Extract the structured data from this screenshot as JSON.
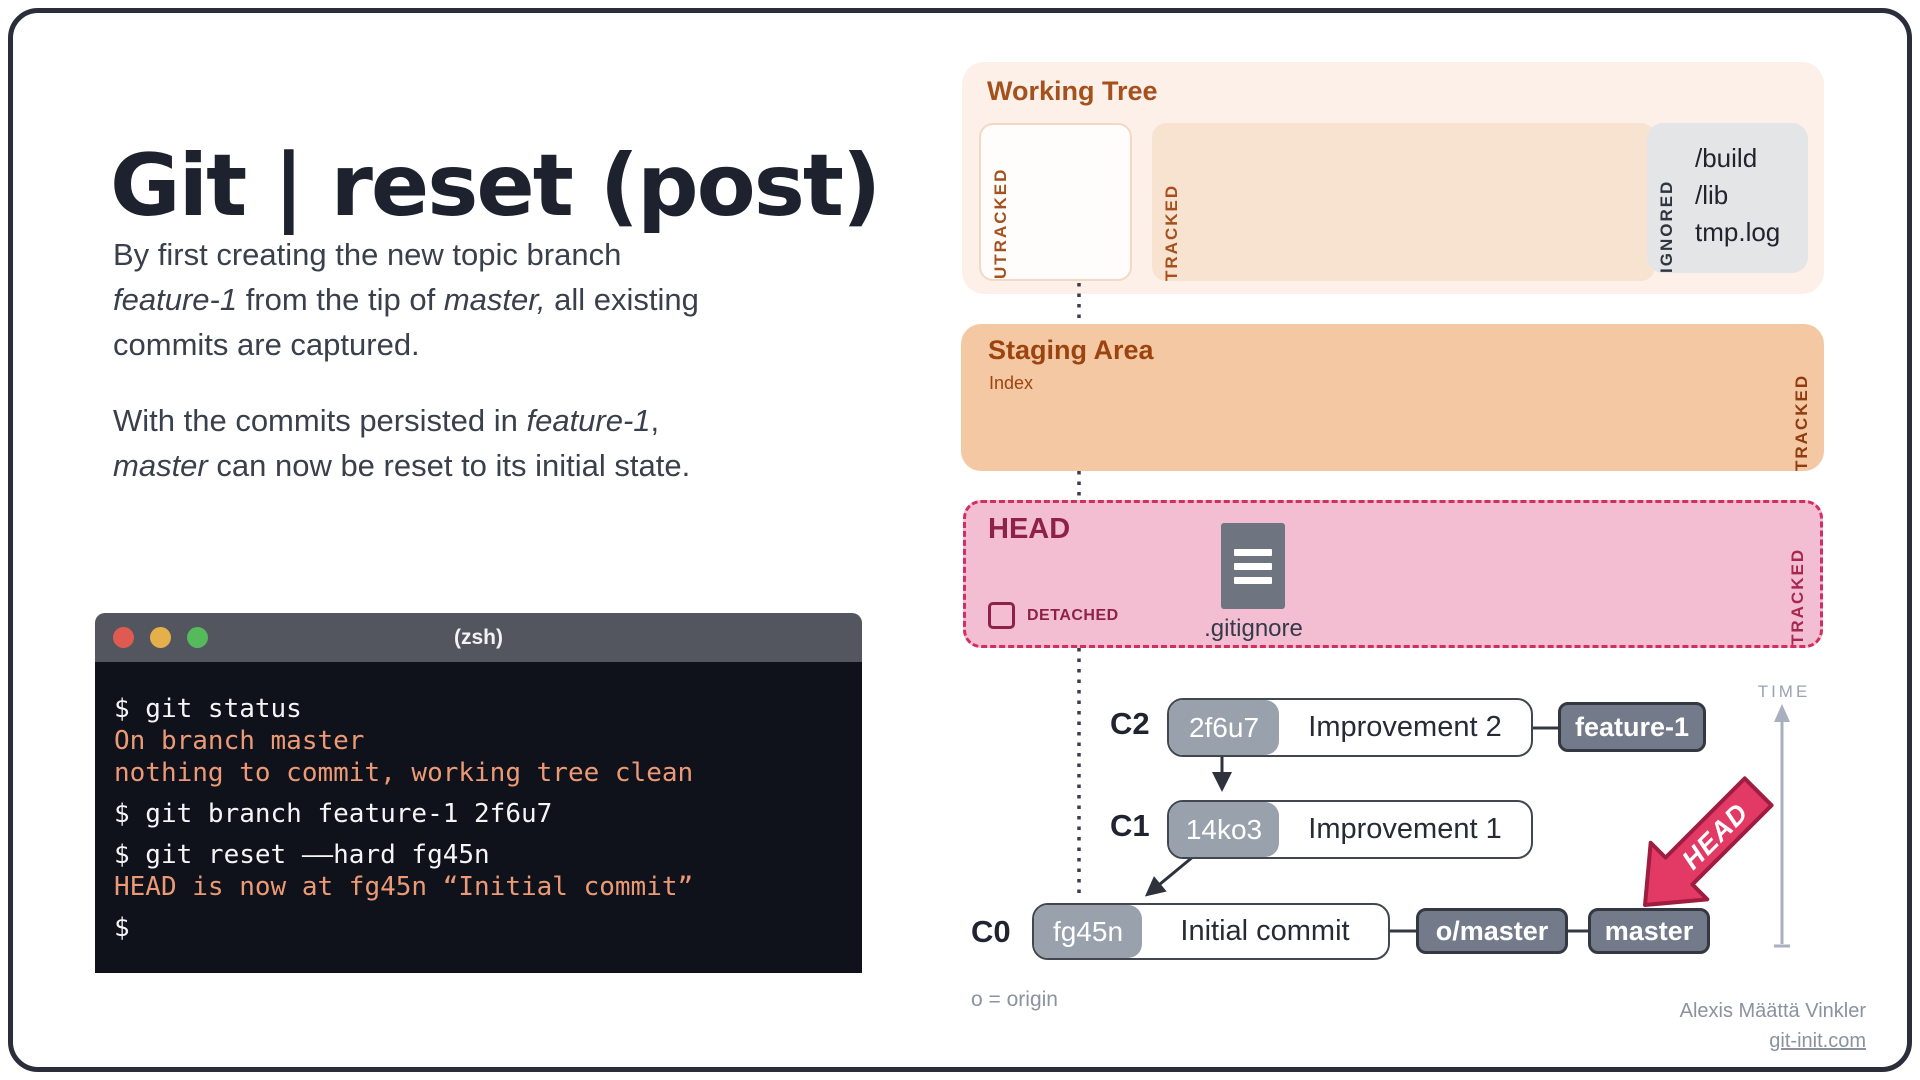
{
  "title": "Git | reset (post)",
  "intro": {
    "l1": "By first creating the new topic branch",
    "l2a": "feature-1",
    "l2b": " from the tip of ",
    "l2c": "master,",
    "l2d": " all existing",
    "l3": "commits are captured.",
    "l4a": "With the commits persisted in ",
    "l4b": "feature-1",
    "l4c": ",",
    "l5a": "master",
    "l5b": " can now be reset to its initial state."
  },
  "terminal": {
    "title": "(zsh)",
    "lines": [
      {
        "text": "$ git status",
        "color": "white"
      },
      {
        "text": "On branch master",
        "color": "salmon"
      },
      {
        "text": "nothing to commit, working tree clean",
        "color": "salmon"
      },
      {
        "text": "$ git branch feature-1 2f6u7",
        "color": "white"
      },
      {
        "text": "$ git reset ––hard fg45n",
        "color": "white"
      },
      {
        "text": "HEAD is now at fg45n “Initial commit”",
        "color": "salmon"
      },
      {
        "text": "$",
        "color": "white"
      }
    ]
  },
  "working_tree": {
    "title": "Working Tree",
    "untracked_label": "UTRACKED",
    "tracked_label": "TRACKED",
    "ignored_label": "IGNORED",
    "ignored_files": [
      "/build",
      "/lib",
      "tmp.log"
    ]
  },
  "staging": {
    "title": "Staging Area",
    "subtitle": "Index",
    "tracked_label": "TRACKED"
  },
  "head_panel": {
    "title": "HEAD",
    "detached_label": "DETACHED",
    "file_label": ".gitignore",
    "tracked_label": "TRACKED"
  },
  "graph": {
    "time_label": "TIME",
    "head_arrow_label": "HEAD",
    "legend": "o = origin",
    "commits": [
      {
        "label": "C2",
        "hash": "2f6u7",
        "message": "Improvement 2"
      },
      {
        "label": "C1",
        "hash": "14ko3",
        "message": "Improvement 1"
      },
      {
        "label": "C0",
        "hash": "fg45n",
        "message": "Initial commit"
      }
    ],
    "branch_badge": "feature-1",
    "remote_badge": "o/master",
    "master_badge": "master"
  },
  "attribution": {
    "name": "Alexis Määttä Vinkler",
    "site": "git-init.com"
  },
  "colors": {
    "frame_border": "#2b2e3a",
    "title_text": "#1e222e",
    "body_text": "#3a3f4c",
    "working_tree_bg": "#fcf0e9",
    "working_tree_heading": "#a4511d",
    "tracked_box_bg": "#f8e3d1",
    "ignored_box_bg": "#e4e5e7",
    "staging_bg": "#f5c8a4",
    "staging_heading": "#9c440f",
    "head_bg": "#f3bed2",
    "head_border": "#d02f5f",
    "head_heading": "#8f2148",
    "terminal_bg": "#0f111b",
    "terminal_titlebar": "#53565e",
    "terminal_white": "#f4f5f6",
    "terminal_salmon": "#eb9a75",
    "traffic_red": "#df5b51",
    "traffic_yellow": "#e5b04b",
    "traffic_green": "#56b95c",
    "hash_segment_bg": "#99a1ad",
    "badge_bg": "#737a89",
    "badge_border": "#343842",
    "head_arrow_fill": "#e23a64",
    "head_arrow_stroke": "#9e1d40",
    "time_axis": "#a9afbe",
    "muted_gray": "#8c92a0"
  }
}
